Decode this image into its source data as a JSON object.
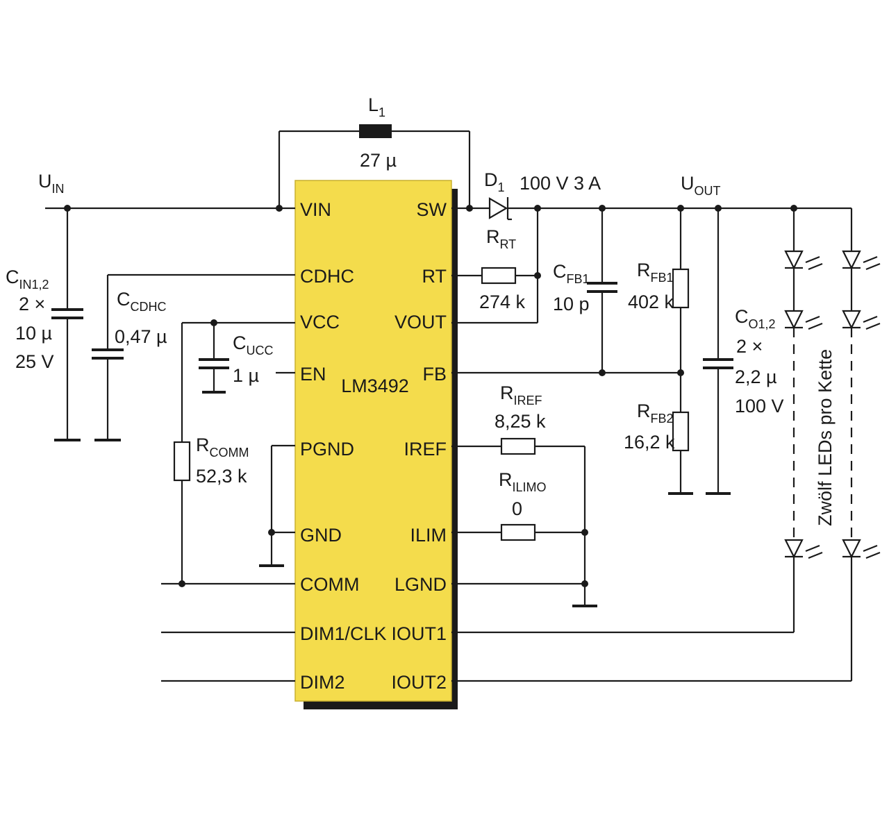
{
  "ic": {
    "name": "LM3492",
    "body_color": "#f4dc4c",
    "shadow_color": "#1a1a1a"
  },
  "pins": {
    "left": [
      "VIN",
      "CDHC",
      "VCC",
      "EN",
      "PGND",
      "GND",
      "COMM",
      "DIM1/CLK",
      "DIM2"
    ],
    "right": [
      "SW",
      "RT",
      "VOUT",
      "FB",
      "IREF",
      "ILIM",
      "LGND",
      "IOUT1",
      "IOUT2"
    ]
  },
  "nets": {
    "uin": {
      "main": "U",
      "sub": "IN"
    },
    "uout": {
      "main": "U",
      "sub": "OUT"
    }
  },
  "components": {
    "l1": {
      "ref_main": "L",
      "ref_sub": "1",
      "value": "27 µ"
    },
    "d1": {
      "ref_main": "D",
      "ref_sub": "1",
      "value": "100 V  3 A"
    },
    "cin": {
      "ref_main": "C",
      "ref_sub": "IN1,2",
      "count": "2 ×",
      "value": "10 µ",
      "voltage": "25 V"
    },
    "ccdhc": {
      "ref_main": "C",
      "ref_sub": "CDHC",
      "value": "0,47 µ"
    },
    "cucc": {
      "ref_main": "C",
      "ref_sub": "UCC",
      "value": "1 µ"
    },
    "rcomm": {
      "ref_main": "R",
      "ref_sub": "COMM",
      "value": "52,3 k"
    },
    "rrt": {
      "ref_main": "R",
      "ref_sub": "RT",
      "value": "274 k"
    },
    "cfb1": {
      "ref_main": "C",
      "ref_sub": "FB1",
      "value": "10 p"
    },
    "rfb1": {
      "ref_main": "R",
      "ref_sub": "FB1",
      "value": "402 k"
    },
    "rfb2": {
      "ref_main": "R",
      "ref_sub": "FB2",
      "value": "16,2 k"
    },
    "co": {
      "ref_main": "C",
      "ref_sub": "O1,2",
      "count": "2 ×",
      "value": "2,2 µ",
      "voltage": "100 V"
    },
    "riref": {
      "ref_main": "R",
      "ref_sub": "IREF",
      "value": "8,25 k"
    },
    "rilimo": {
      "ref_main": "R",
      "ref_sub": "ILIMO",
      "value": "0"
    }
  },
  "led_chain_label": "Zwölf LEDs pro Kette"
}
